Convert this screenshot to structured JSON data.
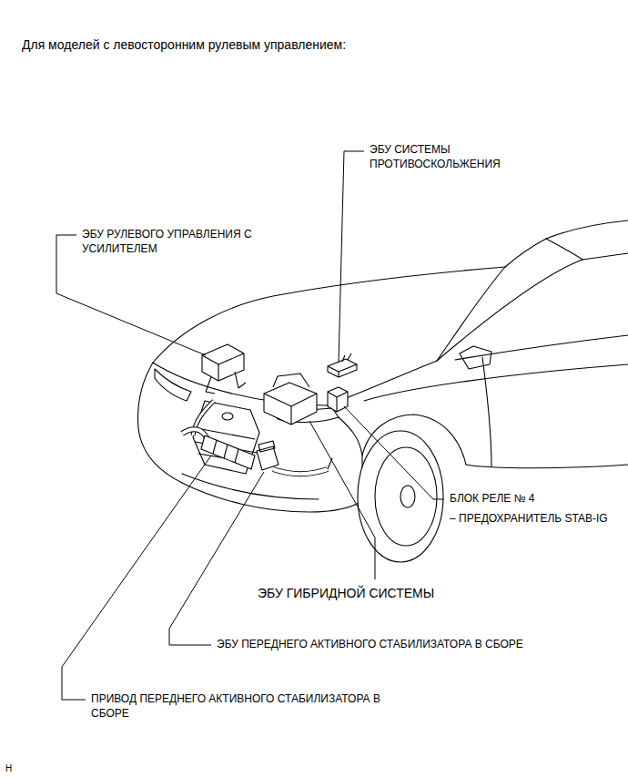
{
  "diagram": {
    "title": "Для моделей с левосторонним рулевым управлением:",
    "labels": [
      "ЭБУ СИСТЕМЫ ПРОТИВОСКОЛЬЖЕНИЯ",
      "ЭБУ РУЛЕВОГО УПРАВЛЕНИЯ С УСИЛИТЕЛЕМ",
      "БЛОК РЕЛЕ № 4",
      "– ПРЕДОХРАНИТЕЛЬ STAB-IG",
      "ЭБУ ГИБРИДНОЙ СИСТЕМЫ",
      "ЭБУ ПЕРЕДНЕГО АКТИВНОГО СТАБИЛИЗАТОРА В СБОРЕ",
      "ПРИВОД ПЕРЕДНЕГО АКТИВНОГО СТАБИЛИЗАТОРА В СБОРЕ",
      "H"
    ]
  }
}
